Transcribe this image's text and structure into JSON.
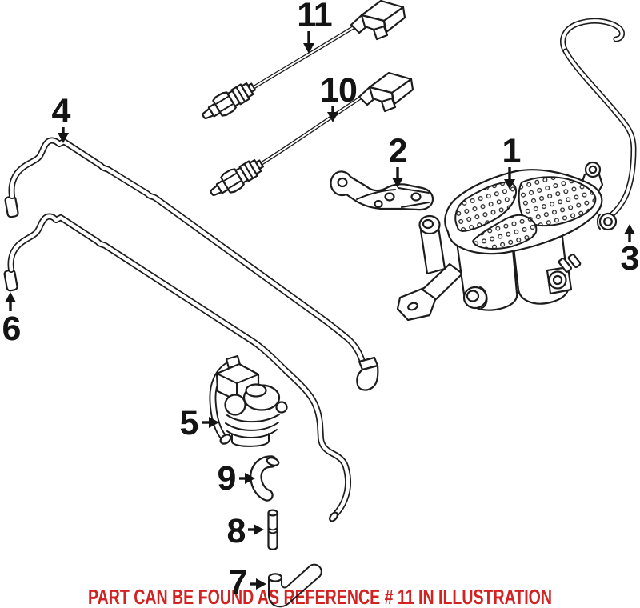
{
  "figure": {
    "background": "#ffffff",
    "line_color": "#1c1c1c",
    "label_color": "#141414"
  },
  "callouts": [
    {
      "label": "1"
    },
    {
      "label": "2"
    },
    {
      "label": "3"
    },
    {
      "label": "4"
    },
    {
      "label": "5"
    },
    {
      "label": "6"
    },
    {
      "label": "7"
    },
    {
      "label": "8"
    },
    {
      "label": "9"
    },
    {
      "label": "10"
    },
    {
      "label": "11"
    }
  ],
  "caption": {
    "text": "PART CAN BE FOUND AS REFERENCE # 11 IN ILLUSTRATION",
    "color": "#d32222"
  }
}
